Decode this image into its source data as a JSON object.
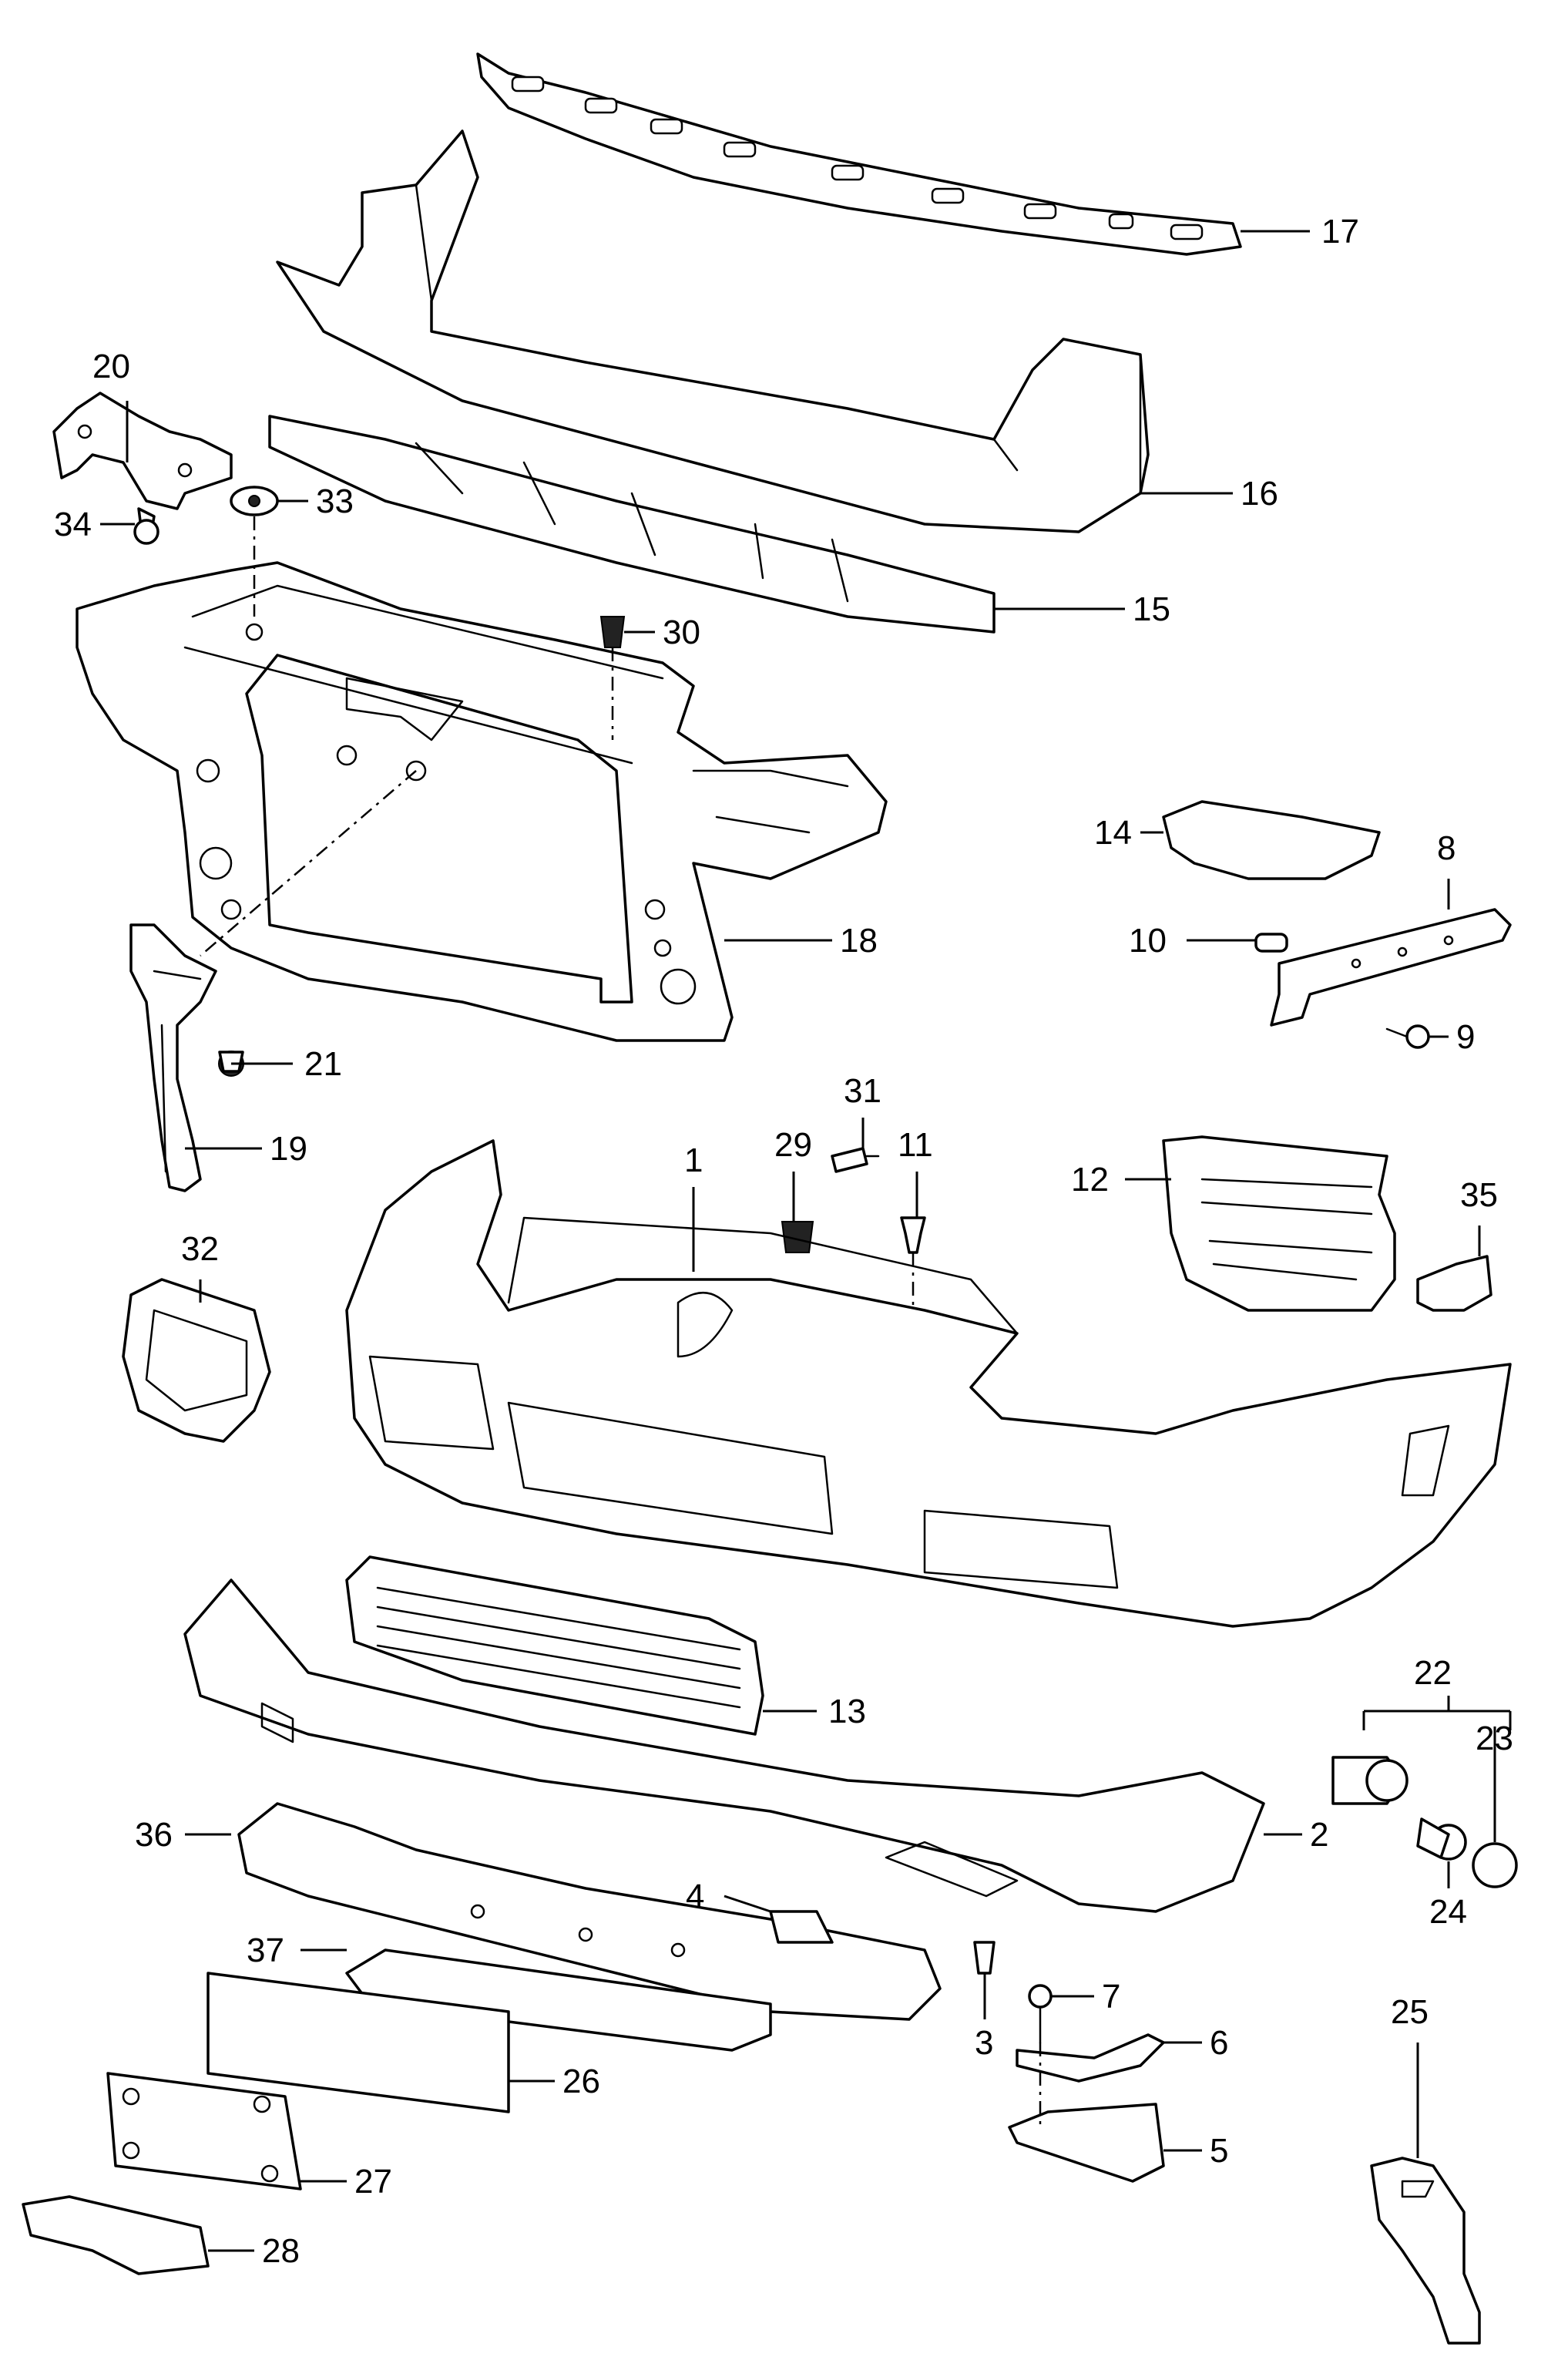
{
  "diagram": {
    "type": "exploded parts diagram",
    "callouts": [
      {
        "id": "1",
        "label": "1"
      },
      {
        "id": "2",
        "label": "2"
      },
      {
        "id": "3",
        "label": "3"
      },
      {
        "id": "4",
        "label": "4"
      },
      {
        "id": "5",
        "label": "5"
      },
      {
        "id": "6",
        "label": "6"
      },
      {
        "id": "7",
        "label": "7"
      },
      {
        "id": "8",
        "label": "8"
      },
      {
        "id": "9",
        "label": "9"
      },
      {
        "id": "10",
        "label": "10"
      },
      {
        "id": "11",
        "label": "11"
      },
      {
        "id": "12",
        "label": "12"
      },
      {
        "id": "13",
        "label": "13"
      },
      {
        "id": "14",
        "label": "14"
      },
      {
        "id": "15",
        "label": "15"
      },
      {
        "id": "16",
        "label": "16"
      },
      {
        "id": "17",
        "label": "17"
      },
      {
        "id": "18",
        "label": "18"
      },
      {
        "id": "19",
        "label": "19"
      },
      {
        "id": "20",
        "label": "20"
      },
      {
        "id": "21",
        "label": "21"
      },
      {
        "id": "22",
        "label": "22"
      },
      {
        "id": "23",
        "label": "23"
      },
      {
        "id": "24",
        "label": "24"
      },
      {
        "id": "25",
        "label": "25"
      },
      {
        "id": "26",
        "label": "26"
      },
      {
        "id": "27",
        "label": "27"
      },
      {
        "id": "28",
        "label": "28"
      },
      {
        "id": "29",
        "label": "29"
      },
      {
        "id": "30",
        "label": "30"
      },
      {
        "id": "31",
        "label": "31"
      },
      {
        "id": "32",
        "label": "32"
      },
      {
        "id": "33",
        "label": "33"
      },
      {
        "id": "34",
        "label": "34"
      },
      {
        "id": "35",
        "label": "35"
      },
      {
        "id": "36",
        "label": "36"
      },
      {
        "id": "37",
        "label": "37"
      }
    ]
  }
}
